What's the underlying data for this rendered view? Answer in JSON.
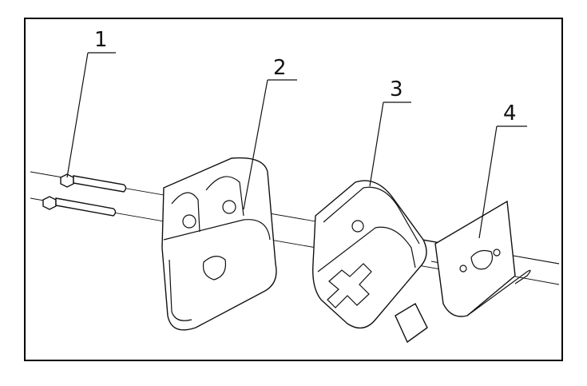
{
  "diagram": {
    "callouts": [
      {
        "label": "1"
      },
      {
        "label": "2"
      },
      {
        "label": "3"
      },
      {
        "label": "4"
      }
    ],
    "line_color": "#111111",
    "background": "#ffffff"
  }
}
